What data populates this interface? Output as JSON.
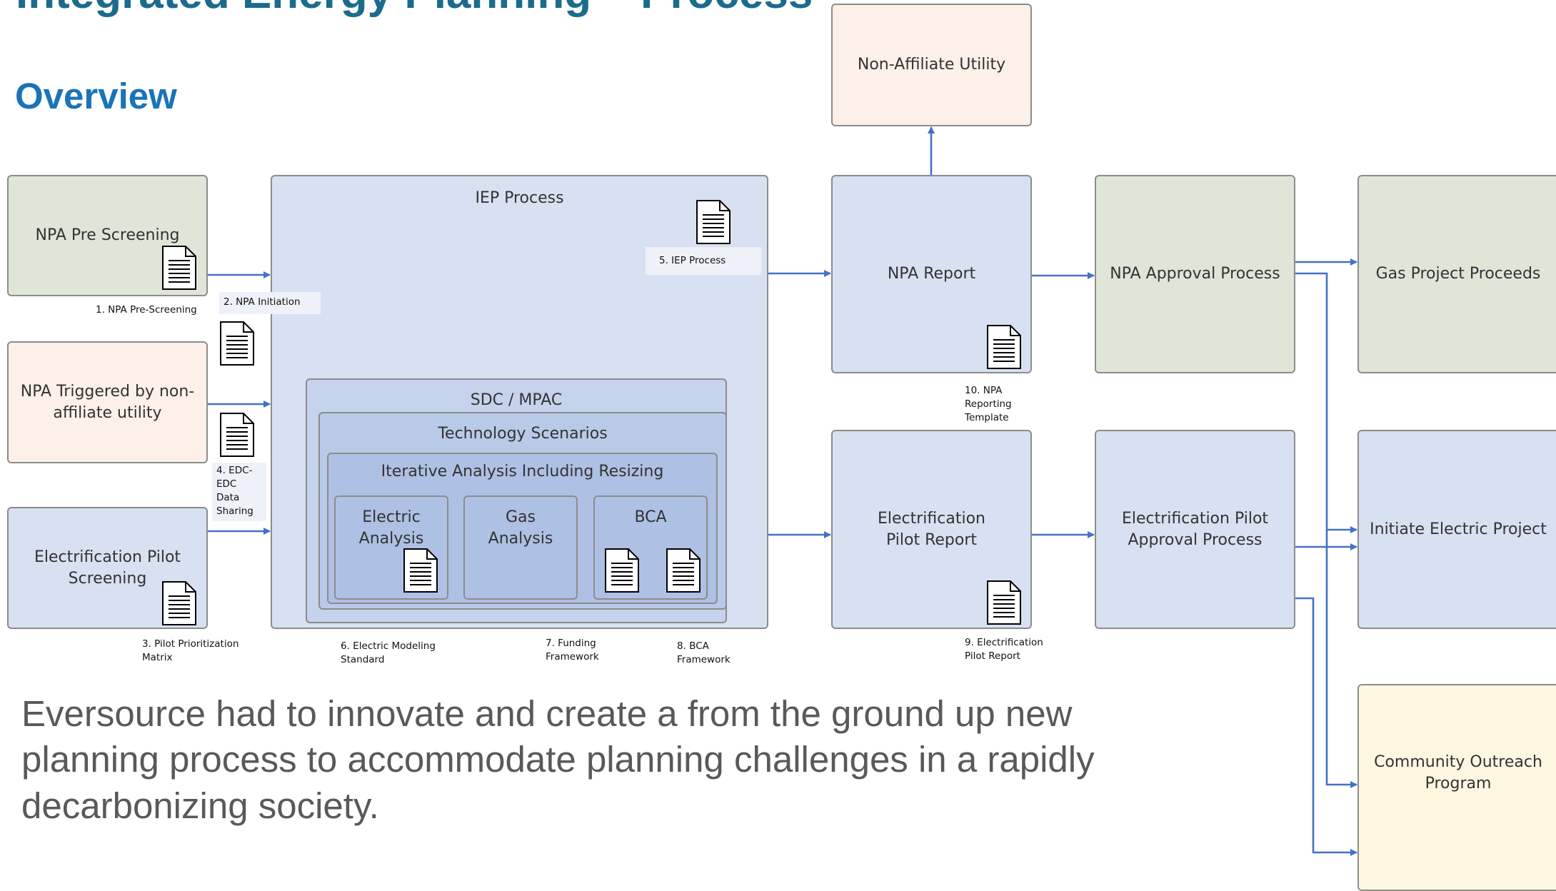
{
  "title": "Integrated Energy Planning – Process",
  "subtitle": "Overview",
  "description": "Eversource had to innovate and create a from the ground up new planning process to accommodate planning challenges in a rapidly decarbonizing society.",
  "boxes": {
    "npa_pre_screening": "NPA Pre Screening",
    "npa_triggered": "NPA Triggered by non-affiliate utility",
    "electrification_pilot_screening": "Electrification Pilot Screening",
    "iep_process": "IEP Process",
    "sdc_mpac": "SDC / MPAC",
    "technology_scenarios": "Technology Scenarios",
    "iterative_analysis": "Iterative Analysis Including Resizing",
    "electric_analysis": "Electric Analysis",
    "gas_analysis": "Gas Analysis",
    "bca": "BCA",
    "non_affiliate_utility": "Non-Affiliate Utility",
    "npa_report": "NPA Report",
    "electrification_pilot_report": "Electrification Pilot Report",
    "npa_approval_process": "NPA Approval Process",
    "electrification_pilot_approval_process": "Electrification Pilot Approval Process",
    "gas_project_proceeds": "Gas Project Proceeds",
    "initiate_electric_project": "Initiate Electric Project",
    "community_outreach_program": "Community Outreach Program"
  },
  "documents": {
    "d1": "1. NPA Pre-Screening",
    "d2": "2. NPA Initiation",
    "d3": "3. Pilot Prioritization Matrix",
    "d4": "4. EDC-EDC Data Sharing",
    "d5": "5. IEP Process",
    "d6": "6. Electric Modeling Standard",
    "d7": "7. Funding Framework",
    "d8": "8. BCA Framework",
    "d9": "9. Electrification Pilot Report",
    "d10": "10. NPA Reporting Template"
  },
  "colors": {
    "title": "#1b6b8c",
    "subtitle": "#1a74b7",
    "arrow": "#4472c4",
    "green_box": "#dfe6d8",
    "peach_box": "#fcf0e8",
    "blue_box": "#d8e1f1",
    "yellow_box": "#fdf6e1"
  },
  "icons": [
    "document-icon",
    "arrow-icon"
  ]
}
